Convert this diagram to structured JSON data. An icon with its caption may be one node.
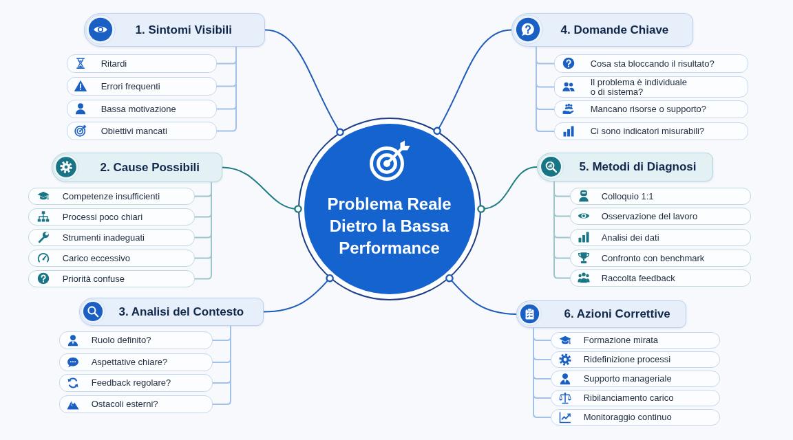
{
  "diagram": {
    "nodes": [
      {
        "text": [
          "Problema Reale Dietro la Bassa Performance"
        ]
      },
      {
        "text": [
          "1. Sintomi Visibili"
        ]
      },
      {
        "text": [
          "Ritardi"
        ]
      },
      {
        "text": [
          "Errori frequenti"
        ]
      },
      {
        "text": [
          "Bassa motivazione"
        ]
      },
      {
        "text": [
          "Obiettivi mancati"
        ]
      },
      {
        "text": [
          "2. Cause Possibili"
        ]
      },
      {
        "text": [
          "Competenze insufficienti"
        ]
      },
      {
        "text": [
          "Processi poco chiari"
        ]
      },
      {
        "text": [
          "Strumenti inadeguati"
        ]
      },
      {
        "text": [
          "Carico eccessivo"
        ]
      },
      {
        "text": [
          "Priorità confuse"
        ]
      },
      {
        "text": [
          "3. Analisi del Contesto"
        ]
      },
      {
        "text": [
          "Ruolo definito?"
        ]
      },
      {
        "text": [
          "Aspettative chiare?"
        ]
      },
      {
        "text": [
          "Feedback regolare?"
        ]
      },
      {
        "text": [
          "Ostacoli esterni?"
        ]
      },
      {
        "text": [
          "4. Domande Chiave"
        ]
      },
      {
        "text": [
          "Cosa sta bloccando il risultato?"
        ]
      },
      {
        "text": [
          "Il problema è individuale o di sistema?"
        ]
      },
      {
        "text": [
          "Mancano risorse o supporto?"
        ]
      },
      {
        "text": [
          "Ci sono indicatori misurabili?"
        ]
      },
      {
        "text": [
          "5. Metodi di Diagnosi"
        ]
      },
      {
        "text": [
          "Colloquio 1:1"
        ]
      },
      {
        "text": [
          "Osservazione del lavoro"
        ]
      },
      {
        "text": [
          "Analisi dei dati"
        ]
      },
      {
        "text": [
          "Confronto con benchmark"
        ]
      },
      {
        "text": [
          "Raccolta feedback"
        ]
      },
      {
        "text": [
          "6. Azioni Correttive"
        ]
      },
      {
        "text": [
          "Formazione mirata"
        ]
      },
      {
        "text": [
          "Ridefinizione processi"
        ]
      },
      {
        "text": [
          "Supporto manageriale"
        ]
      },
      {
        "text": [
          "Ribilanciamento carico"
        ]
      },
      {
        "text": [
          "Monitoraggio continuo"
        ]
      }
    ],
    "edges": [
      {
        "from": 1,
        "to": 0,
        "arrow": "other",
        "color": "#1f5bb8"
      },
      {
        "from": 1,
        "to": 2,
        "arrow": "none"
      },
      {
        "from": 1,
        "to": 3,
        "arrow": "none"
      },
      {
        "from": 1,
        "to": 4,
        "arrow": "none"
      },
      {
        "from": 1,
        "to": 5,
        "arrow": "none"
      },
      {
        "from": 6,
        "to": 0,
        "arrow": "other",
        "color": "#1e7c84"
      },
      {
        "from": 6,
        "to": 7,
        "arrow": "none",
        "color": "#9cc6cc"
      },
      {
        "from": 6,
        "to": 8,
        "arrow": "none",
        "color": "#9cc6cc"
      },
      {
        "from": 6,
        "to": 9,
        "arrow": "none",
        "color": "#9cc6cc"
      },
      {
        "from": 6,
        "to": 10,
        "arrow": "none",
        "color": "#9cc6cc"
      },
      {
        "from": 6,
        "to": 11,
        "arrow": "none",
        "color": "#9cc6cc"
      },
      {
        "from": 12,
        "to": 0,
        "arrow": "other",
        "color": "#1f5bb8"
      },
      {
        "from": 12,
        "to": 13,
        "arrow": "none"
      },
      {
        "from": 12,
        "to": 14,
        "arrow": "none"
      },
      {
        "from": 12,
        "to": 15,
        "arrow": "none"
      },
      {
        "from": 12,
        "to": 16,
        "arrow": "none"
      },
      {
        "from": 17,
        "to": 0,
        "arrow": "other",
        "color": "#1f5bb8"
      },
      {
        "from": 17,
        "to": 18,
        "arrow": "none"
      },
      {
        "from": 17,
        "to": 19,
        "arrow": "none"
      },
      {
        "from": 17,
        "to": 20,
        "arrow": "none"
      },
      {
        "from": 17,
        "to": 21,
        "arrow": "none"
      },
      {
        "from": 22,
        "to": 0,
        "arrow": "other",
        "color": "#1e7c84"
      },
      {
        "from": 22,
        "to": 23,
        "arrow": "none",
        "color": "#9cc6cc"
      },
      {
        "from": 22,
        "to": 24,
        "arrow": "none",
        "color": "#9cc6cc"
      },
      {
        "from": 22,
        "to": 25,
        "arrow": "none",
        "color": "#9cc6cc"
      },
      {
        "from": 22,
        "to": 26,
        "arrow": "none",
        "color": "#9cc6cc"
      },
      {
        "from": 22,
        "to": 27,
        "arrow": "none",
        "color": "#9cc6cc"
      },
      {
        "from": 28,
        "to": 0,
        "arrow": "other",
        "color": "#1f5bb8"
      },
      {
        "from": 28,
        "to": 29,
        "arrow": "none"
      },
      {
        "from": 28,
        "to": 30,
        "arrow": "none"
      },
      {
        "from": 28,
        "to": 31,
        "arrow": "none"
      },
      {
        "from": 28,
        "to": 32,
        "arrow": "none"
      },
      {
        "from": 28,
        "to": 33,
        "arrow": "none"
      }
    ]
  }
}
